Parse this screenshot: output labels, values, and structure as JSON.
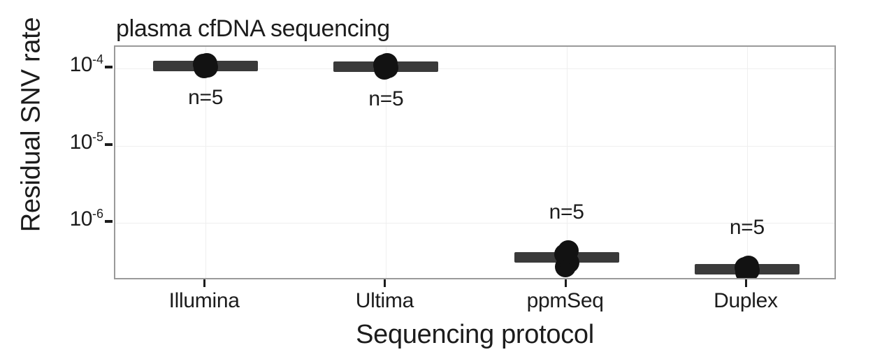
{
  "chart_data": {
    "type": "scatter",
    "title": "plasma cfDNA sequencing",
    "xlabel": "Sequencing protocol",
    "ylabel": "Residual SNV rate",
    "yscale": "log",
    "ylim": [
      1.8e-07,
      0.00019
    ],
    "grid": true,
    "legend": false,
    "ytick_labels": [
      "10",
      "10",
      "10"
    ],
    "ytick_exponents": [
      "-4",
      "-5",
      "-6"
    ],
    "ytick_values": [
      0.0001,
      1e-05,
      1e-06
    ],
    "categories": [
      "Illumina",
      "Ultima",
      "ppmSeq",
      "Duplex"
    ],
    "annotations": [
      "n=5",
      "n=5",
      "n=5",
      "n=5"
    ],
    "series": [
      {
        "name": "Illumina",
        "n": 5,
        "median": 0.000108,
        "points": [
          0.000101,
          0.000104,
          0.000108,
          0.000112,
          0.000116
        ]
      },
      {
        "name": "Ultima",
        "n": 5,
        "median": 0.000106,
        "points": [
          9.8e-05,
          0.000102,
          0.000106,
          0.00011,
          0.000115
        ]
      },
      {
        "name": "ppmSeq",
        "n": 5,
        "median": 3.6e-07,
        "points": [
          2.7e-07,
          3.1e-07,
          3.6e-07,
          4e-07,
          4.4e-07
        ]
      },
      {
        "name": "Duplex",
        "n": 5,
        "median": 2.55e-07,
        "points": [
          2.3e-07,
          2.45e-07,
          2.55e-07,
          2.65e-07,
          2.8e-07
        ]
      }
    ]
  },
  "colors": {
    "marker": "#121212",
    "median_bar": "#3a3a3a",
    "panel_border": "#9a9a9a",
    "gridline": "#efefef",
    "text": "#1c1c1c",
    "background": "#ffffff"
  }
}
